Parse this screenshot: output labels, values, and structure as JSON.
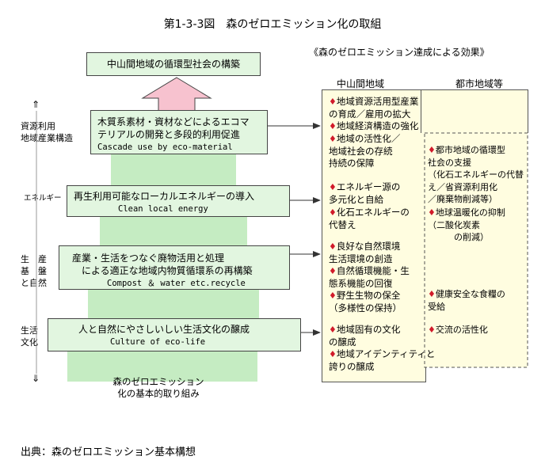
{
  "title": "第1-3-3図　森のゼロエミッション化の取組",
  "effects_title": "《森のゼロエミッション達成による効果》",
  "col_mountain": "中山間地域",
  "col_urban": "都市地域等",
  "top_goal": "中山間地域の循環型社会の構築",
  "side_labels": {
    "resource": "資源利用\n地域産業構造",
    "energy": "エネルギー",
    "production": "生　産\n基　盤\nと自然",
    "life": "生活\n文化"
  },
  "arrows": {
    "up": "⇑",
    "down": "⇓"
  },
  "boxes": [
    {
      "jp": "木質系素材・資材などによるエコマ\nテリアルの開発と多段的利用促進",
      "en": "Cascade use by eco-material"
    },
    {
      "jp": "再生利用可能なローカルエネルギーの導入",
      "en": "Clean local energy"
    },
    {
      "jp": "産業・生活をつなぐ廃物活用と処理\n　による適正な地域内物質循環系の再構築",
      "en": "Compost ＆ water etc.recycle"
    },
    {
      "jp": "人と自然にやさしいしい生活文化の醸成",
      "en": "Culture of eco-life"
    }
  ],
  "pyramid_caption": "森のゼロエミッション\n化の基本的取り組み",
  "mountain_effects": [
    "地域資源活用型産業\nの育成／雇用の拡大",
    "地域経済構造の強化",
    "地域の活性化／\n地域社会の存続\n持続の保障",
    "エネルギー源の\n多元化と自給",
    "化石エネルギーの\n代替え",
    "良好な自然環境\n生活環境の創造",
    "自然循環機能・生\n態系機能の回復",
    "野生生物の保全\n（多様性の保持）",
    "地域固有の文化\nの醸成",
    "地域アイデンティティと\n誇りの醸成"
  ],
  "urban_effects": [
    "都市地域の循環型\n社会の支援\n（化石エネルギーの代替\nえ／省資源利用化\n／廃棄物削減等）",
    "地球温暖化の抑制\n（二酸化炭素\n　　　の削減）",
    "健康安全な食糧の\n受給",
    "交流の活性化"
  ],
  "bullet": "♦",
  "source": "出典：森のゼロエミッション基本構想"
}
